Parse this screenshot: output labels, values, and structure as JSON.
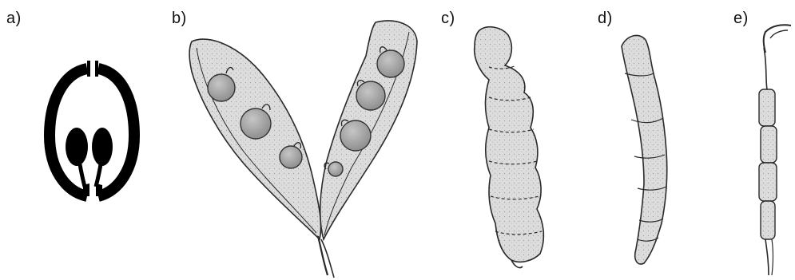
{
  "panels": [
    {
      "label": "a)",
      "icon": "legume-ovary-diagram-icon"
    },
    {
      "label": "b)",
      "icon": "open-pea-pod-with-seeds-icon"
    },
    {
      "label": "c)",
      "icon": "segmented-loment-pod-icon"
    },
    {
      "label": "d)",
      "icon": "curved-loment-pod-icon"
    },
    {
      "label": "e)",
      "icon": "slender-beaded-pod-icon"
    }
  ],
  "colors": {
    "ink": "#1a1a1a",
    "wash": "#d9d9d9",
    "seed": "#a9a9a9",
    "background": "#ffffff"
  }
}
